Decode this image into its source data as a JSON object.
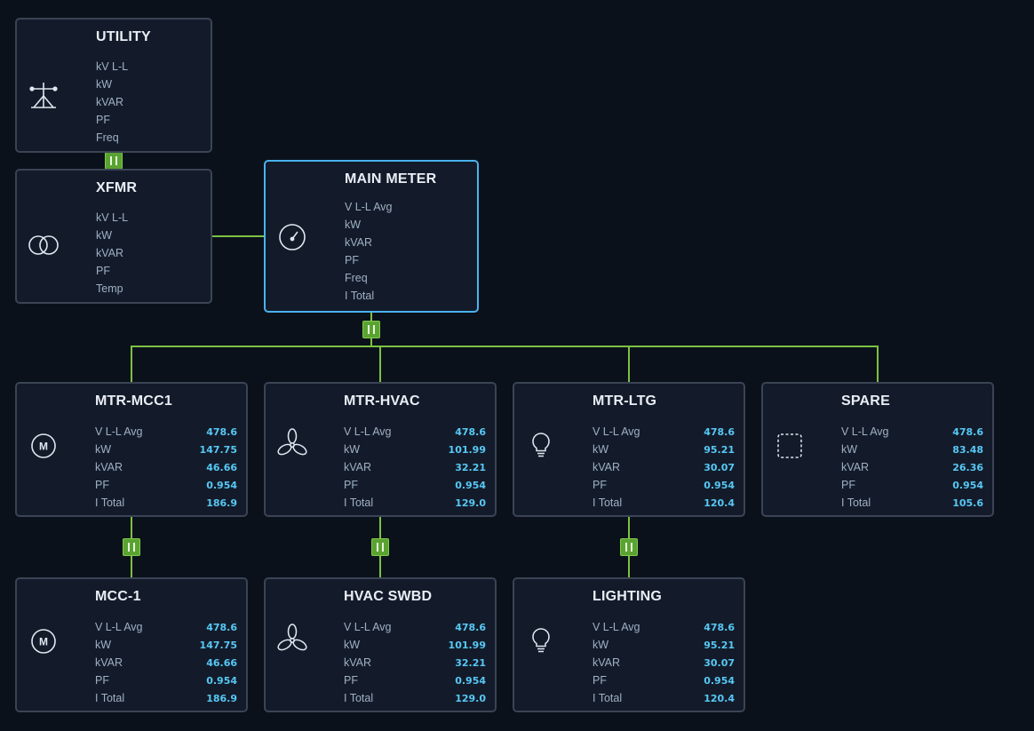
{
  "palette": {
    "background": "#0b111b",
    "card": "#131b2a",
    "card_border": "#3a4454",
    "selected_border": "#4ab3ee",
    "line": "#7cc242",
    "breaker": "#5aa332",
    "value": "#57c8f5",
    "label": "#9fb0c4"
  },
  "nodes": {
    "utility": {
      "title": "UTILITY",
      "icon": "tower-icon",
      "rows": [
        {
          "label": "kV L-L"
        },
        {
          "label": "kW"
        },
        {
          "label": "kVAR"
        },
        {
          "label": "PF"
        },
        {
          "label": "Freq"
        }
      ]
    },
    "xfmr": {
      "title": "XFMR",
      "icon": "transformer-icon",
      "rows": [
        {
          "label": "kV L-L"
        },
        {
          "label": "kW"
        },
        {
          "label": "kVAR"
        },
        {
          "label": "PF"
        },
        {
          "label": "Temp"
        }
      ]
    },
    "main_meter": {
      "title": "MAIN METER",
      "icon": "meter-gauge-icon",
      "rows": [
        {
          "label": "V L-L Avg"
        },
        {
          "label": "kW"
        },
        {
          "label": "kVAR"
        },
        {
          "label": "PF"
        },
        {
          "label": "Freq"
        },
        {
          "label": "I Total"
        }
      ]
    },
    "mtr_mcc1": {
      "title": "MTR-MCC1",
      "icon": "motor-icon",
      "rows": [
        {
          "label": "V L-L Avg",
          "value": "478.6"
        },
        {
          "label": "kW",
          "value": "147.75"
        },
        {
          "label": "kVAR",
          "value": "46.66"
        },
        {
          "label": "PF",
          "value": "0.954"
        },
        {
          "label": "I Total",
          "value": "186.9"
        }
      ]
    },
    "mtr_hvac": {
      "title": "MTR-HVAC",
      "icon": "fan-icon",
      "rows": [
        {
          "label": "V L-L Avg",
          "value": "478.6"
        },
        {
          "label": "kW",
          "value": "101.99"
        },
        {
          "label": "kVAR",
          "value": "32.21"
        },
        {
          "label": "PF",
          "value": "0.954"
        },
        {
          "label": "I Total",
          "value": "129.0"
        }
      ]
    },
    "mtr_ltg": {
      "title": "MTR-LTG",
      "icon": "lightbulb-icon",
      "rows": [
        {
          "label": "V L-L Avg",
          "value": "478.6"
        },
        {
          "label": "kW",
          "value": "95.21"
        },
        {
          "label": "kVAR",
          "value": "30.07"
        },
        {
          "label": "PF",
          "value": "0.954"
        },
        {
          "label": "I Total",
          "value": "120.4"
        }
      ]
    },
    "spare": {
      "title": "SPARE",
      "icon": "dashed-box-icon",
      "rows": [
        {
          "label": "V L-L Avg",
          "value": "478.6"
        },
        {
          "label": "kW",
          "value": "83.48"
        },
        {
          "label": "kVAR",
          "value": "26.36"
        },
        {
          "label": "PF",
          "value": "0.954"
        },
        {
          "label": "I Total",
          "value": "105.6"
        }
      ]
    },
    "mcc1": {
      "title": "MCC-1",
      "icon": "motor-icon",
      "rows": [
        {
          "label": "V L-L Avg",
          "value": "478.6"
        },
        {
          "label": "kW",
          "value": "147.75"
        },
        {
          "label": "kVAR",
          "value": "46.66"
        },
        {
          "label": "PF",
          "value": "0.954"
        },
        {
          "label": "I Total",
          "value": "186.9"
        }
      ]
    },
    "hvac_swbd": {
      "title": "HVAC SWBD",
      "icon": "fan-icon",
      "rows": [
        {
          "label": "V L-L Avg",
          "value": "478.6"
        },
        {
          "label": "kW",
          "value": "101.99"
        },
        {
          "label": "kVAR",
          "value": "32.21"
        },
        {
          "label": "PF",
          "value": "0.954"
        },
        {
          "label": "I Total",
          "value": "129.0"
        }
      ]
    },
    "lighting": {
      "title": "LIGHTING",
      "icon": "lightbulb-icon",
      "rows": [
        {
          "label": "V L-L Avg",
          "value": "478.6"
        },
        {
          "label": "kW",
          "value": "95.21"
        },
        {
          "label": "kVAR",
          "value": "30.07"
        },
        {
          "label": "PF",
          "value": "0.954"
        },
        {
          "label": "I Total",
          "value": "120.4"
        }
      ]
    }
  }
}
